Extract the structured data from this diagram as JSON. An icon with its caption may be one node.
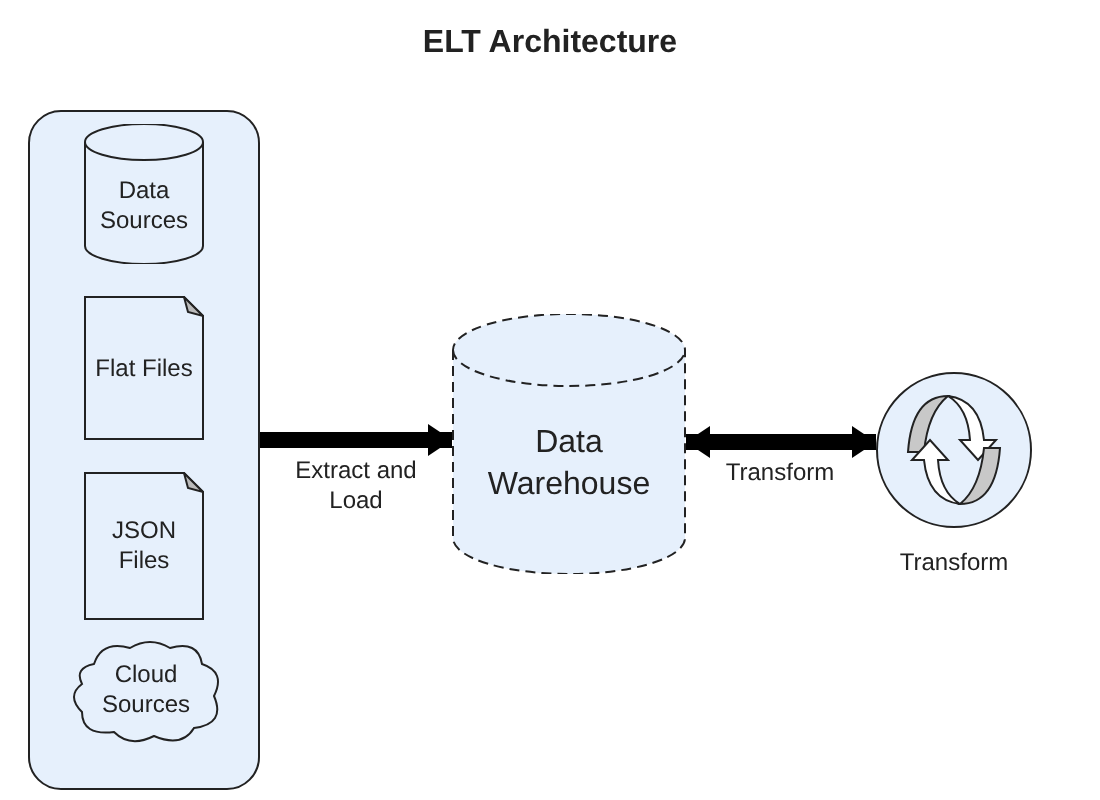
{
  "diagram": {
    "title": "ELT Architecture",
    "nodes": [
      {
        "text": [],
        "shape": "box"
      },
      {
        "text": [
          "Data Sources"
        ],
        "in": 0
      },
      {
        "text": [
          "Flat Files"
        ],
        "in": 0
      },
      {
        "text": [
          "JSON Files"
        ],
        "in": 0
      },
      {
        "text": [
          "Cloud Sources"
        ],
        "in": 0
      },
      {
        "text": [
          "Data Warehouse"
        ]
      },
      {
        "text": [],
        "shape": "circle",
        "beside": [
          "Transform"
        ]
      }
    ],
    "edges": [
      {
        "from": 0,
        "to": 5,
        "arrow": "to",
        "label": "Extract and Load"
      },
      {
        "from": 5,
        "to": 6,
        "arrow": "both",
        "label": "Transform"
      }
    ]
  }
}
